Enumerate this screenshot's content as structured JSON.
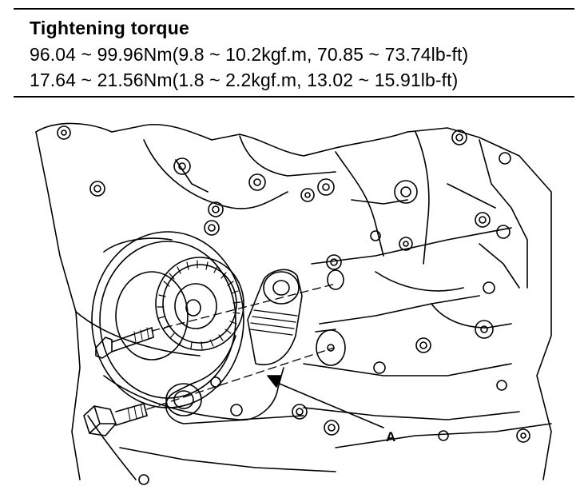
{
  "spec": {
    "title": "Tightening torque",
    "lines": [
      "96.04 ~ 99.96Nm(9.8 ~ 10.2kgf.m, 70.85 ~ 73.74lb-ft)",
      "17.64 ~ 21.56Nm(1.8 ~ 2.2kgf.m, 13.02 ~ 15.91lb-ft)"
    ]
  },
  "figure": {
    "callout_label": "A",
    "icons": [
      "engine-block-outline",
      "idler-pulley",
      "belt-tensioner",
      "bolt",
      "flange-bolt"
    ],
    "line_color": "#000000",
    "background_color": "#ffffff"
  }
}
